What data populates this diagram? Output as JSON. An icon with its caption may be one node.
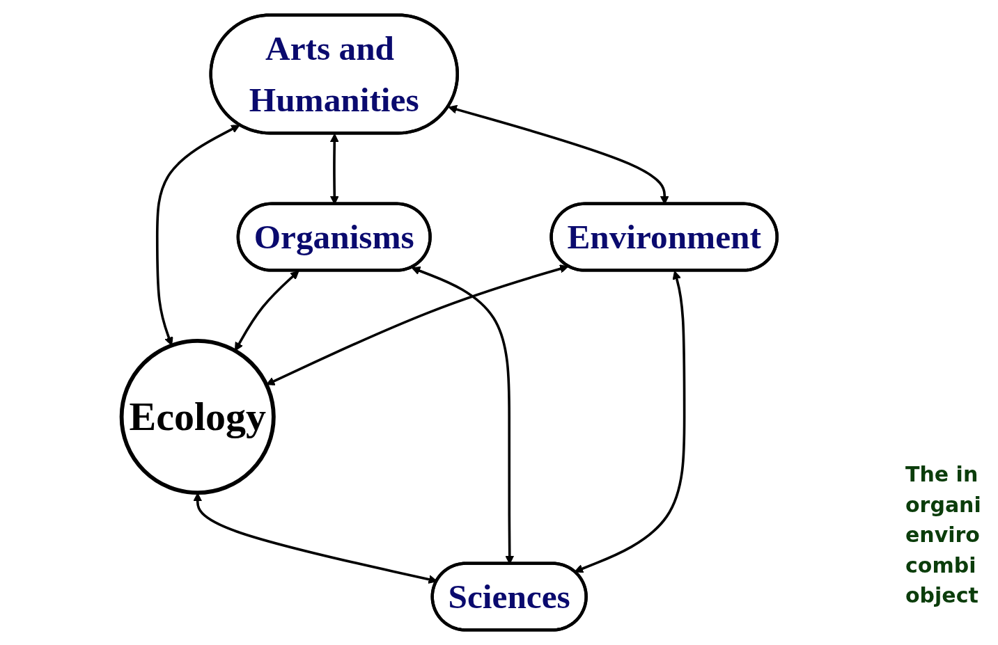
{
  "diagram": {
    "nodes": [
      {
        "text": [
          "Arts and Humanities"
        ]
      },
      {
        "text": [
          "Organisms"
        ]
      },
      {
        "text": [
          "Ecology"
        ]
      },
      {
        "text": [
          "Environment"
        ]
      },
      {
        "text": [
          "Sciences"
        ]
      }
    ],
    "edges": [
      {
        "from": 0,
        "to": 1,
        "arrow": "both"
      },
      {
        "from": 0,
        "to": 3,
        "arrow": "both"
      },
      {
        "from": 0,
        "to": 2,
        "arrow": "both"
      },
      {
        "from": 1,
        "to": 2,
        "arrow": "both"
      },
      {
        "from": 3,
        "to": 2,
        "arrow": "both"
      },
      {
        "from": 2,
        "to": 4,
        "arrow": "both"
      },
      {
        "from": 1,
        "to": 4,
        "arrow": "both"
      },
      {
        "from": 3,
        "to": 4,
        "arrow": "both"
      }
    ],
    "labels": [
      "The in organi enviro combi object"
    ]
  }
}
